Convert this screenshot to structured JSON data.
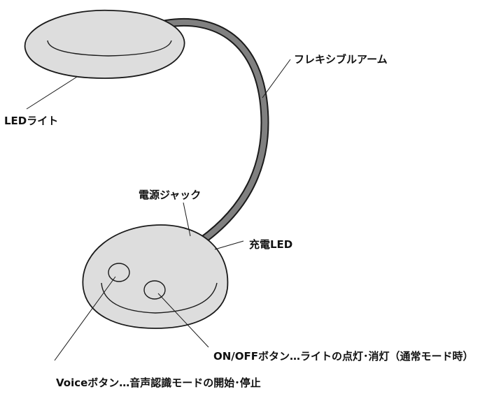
{
  "labels": {
    "led_light": "LEDライト",
    "flexible_arm": "フレキシブルアーム",
    "power_jack": "電源ジャック",
    "charge_led": "充電LED",
    "on_off_button": "ON/OFFボタン…ライトの点灯･消灯（通常モード時）",
    "voice_button": "Voiceボタン…音声認識モードの開始･停止"
  },
  "colors": {
    "body_fill": "#dddddd",
    "arm_fill": "#808080",
    "outline": "#1a1a1a"
  }
}
